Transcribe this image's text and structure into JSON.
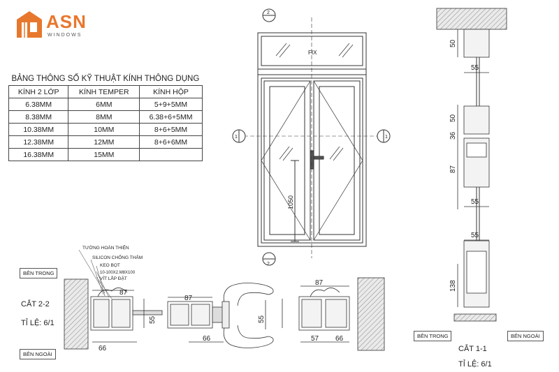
{
  "logo": {
    "brand": "ASN",
    "sub": "WINDOWS"
  },
  "spec_table": {
    "title": "BẢNG THÔNG SỐ KỸ THUẬT KÍNH  THÔNG DỤNG",
    "headers": [
      "KÍNH 2 LỚP",
      "KÍNH TEMPER",
      "KÍNH HỘP"
    ],
    "rows": [
      [
        "6.38MM",
        "6MM",
        "5+9+5MM"
      ],
      [
        "8.38MM",
        "8MM",
        "6.38+6+5MM"
      ],
      [
        "10.38MM",
        "10MM",
        "8+6+5MM"
      ],
      [
        "12.38MM",
        "12MM",
        "8+6+6MM"
      ],
      [
        "16.38MM",
        "15MM",
        ""
      ]
    ]
  },
  "elevation": {
    "fix_label": "FIX",
    "height_dim": "1050",
    "markers": {
      "top": "2",
      "left": "1",
      "right": "1",
      "bottom": "2"
    }
  },
  "section_22": {
    "title": "CẮT 2-2",
    "scale": "TỈ LỆ: 6/1",
    "inside": "BÊN TRONG",
    "outside": "BÊN NGOÀI",
    "callouts": [
      "TƯỜNG HOÀN THIỆN",
      "SILICON CHỐNG THẤM",
      "KEO BỌT",
      "10-100X2.M8X100",
      "VÍT LẮP ĐẶT"
    ],
    "dims": {
      "top_left": "87",
      "left_h": "55",
      "left_w": "66",
      "mid_top": "87",
      "mid_w": "66",
      "handle_h": "55",
      "right_top": "87",
      "right_a": "57",
      "right_b": "66"
    }
  },
  "section_11": {
    "title": "CẮT 1-1",
    "scale": "TỈ LỆ: 6/1",
    "inside": "BÊN TRONG",
    "outside": "BÊN NGOÀI",
    "dims": [
      "50",
      "55",
      "50",
      "36",
      "87",
      "55",
      "55",
      "138"
    ]
  }
}
